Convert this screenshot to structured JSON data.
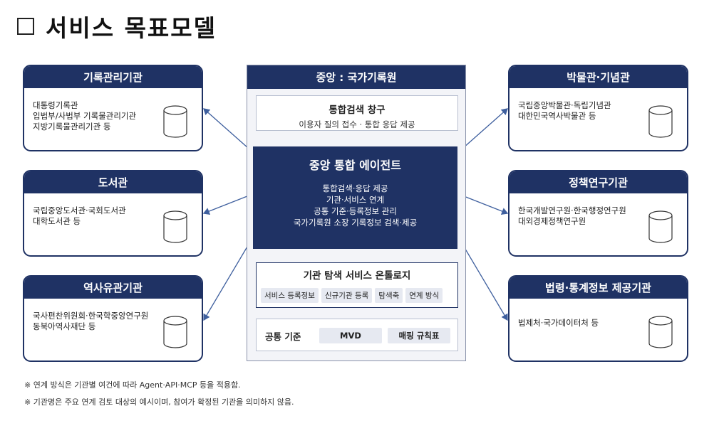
{
  "title": "서비스 목표모델",
  "center": {
    "header": "중앙 : 국가기록원",
    "search": {
      "title": "통합검색 창구",
      "sub": "이용자 질의 접수 · 통합 응답 제공"
    },
    "agent": {
      "title": "중앙 통합 에이전트",
      "lines": [
        "통합검색·응답 제공",
        "기관·서비스 연계",
        "공통 기준·등록정보 관리",
        "국가기록원 소장 기록정보 검색·제공"
      ]
    },
    "ontology": {
      "title": "기관 탐색 서비스 온톨로지",
      "chips": [
        "서비스 등록정보",
        "신규기관 등록",
        "탐색축",
        "연계 방식"
      ]
    },
    "standard": {
      "title": "공통 기준",
      "chips": [
        "MVD",
        "매핑 규칙표"
      ]
    }
  },
  "left": [
    {
      "title": "기록관리기관",
      "lines": [
        "대통령기록관",
        "입법부/사법부 기록물관리기관",
        "지방기록물관리기관 등"
      ]
    },
    {
      "title": "도서관",
      "lines": [
        "국립중앙도서관·국회도서관",
        "대학도서관 등"
      ]
    },
    {
      "title": "역사유관기관",
      "lines": [
        "국사편찬위원회·한국학중앙연구원",
        "동북아역사재단 등"
      ]
    }
  ],
  "right": [
    {
      "title": "박물관·기념관",
      "lines": [
        "국립중앙박물관·독립기념관",
        "대한민국역사박물관 등"
      ]
    },
    {
      "title": "정책연구기관",
      "lines": [
        "한국개발연구원·한국행정연구원",
        "대외경제정책연구원"
      ]
    },
    {
      "title": "법령·통계정보 제공기관",
      "lines": [
        "법제처·국가데이터처 등"
      ]
    }
  ],
  "notes": [
    "※ 연계 방식은 기관별 여건에 따라 Agent·API·MCP 등을 적용함.",
    "※ 기관명은 주요 연계 검토 대상의 예시이며, 참여가 확정된 기관을 의미하지 않음."
  ],
  "colors": {
    "navy": "#1f3264",
    "arrow": "#3e5f9e",
    "chip": "#e6e9f1"
  },
  "icons": {
    "database": "database-icon"
  }
}
